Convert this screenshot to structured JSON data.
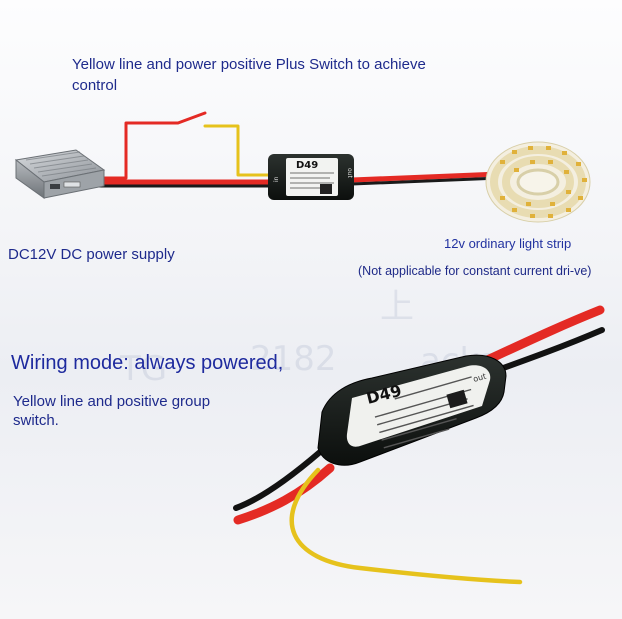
{
  "captions": {
    "top_switch": "Yellow line and power positive Plus Switch to achieve control",
    "power_supply": "DC12V DC power supply",
    "light_strip": "12v ordinary light strip",
    "not_applicable": "(Not applicable for constant current dri-ve)",
    "wiring_mode": "Wiring mode: always powered,",
    "yellow_group": "Yellow line and positive group switch."
  },
  "device": {
    "model": "D49",
    "port_in": "in",
    "port_out": "out"
  },
  "colors": {
    "caption": "#1e2a8c",
    "wire_red": "#e42a24",
    "wire_yellow": "#e6c21c",
    "module_body": "#141816"
  }
}
